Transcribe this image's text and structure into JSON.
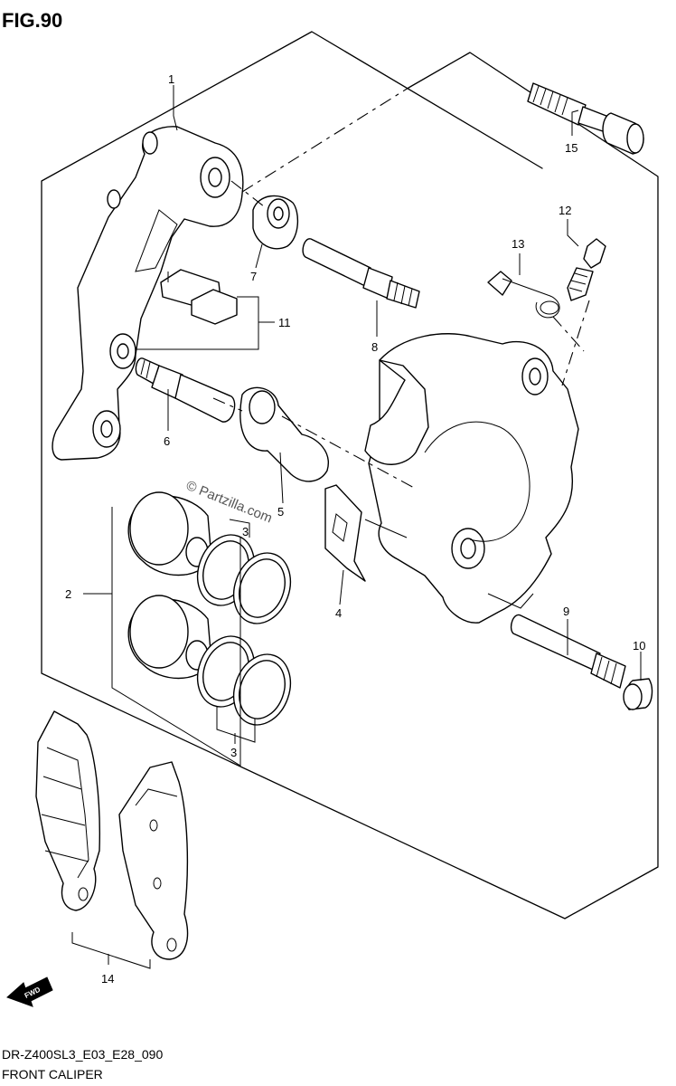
{
  "figure": {
    "title": "FIG.90",
    "code": "DR-Z400SL3_E03_E28_090",
    "name": "FRONT CALIPER",
    "watermark": "© Partzilla.com",
    "direction_tag": "FWD"
  },
  "callouts": [
    {
      "id": "c1",
      "label": "1"
    },
    {
      "id": "c2",
      "label": "2"
    },
    {
      "id": "c3a",
      "label": "3"
    },
    {
      "id": "c3b",
      "label": "3"
    },
    {
      "id": "c4",
      "label": "4"
    },
    {
      "id": "c5",
      "label": "5"
    },
    {
      "id": "c6",
      "label": "6"
    },
    {
      "id": "c7",
      "label": "7"
    },
    {
      "id": "c8",
      "label": "8"
    },
    {
      "id": "c9",
      "label": "9"
    },
    {
      "id": "c10",
      "label": "10"
    },
    {
      "id": "c11",
      "label": "11"
    },
    {
      "id": "c12",
      "label": "12"
    },
    {
      "id": "c13",
      "label": "13"
    },
    {
      "id": "c14",
      "label": "14"
    },
    {
      "id": "c15",
      "label": "15"
    }
  ]
}
